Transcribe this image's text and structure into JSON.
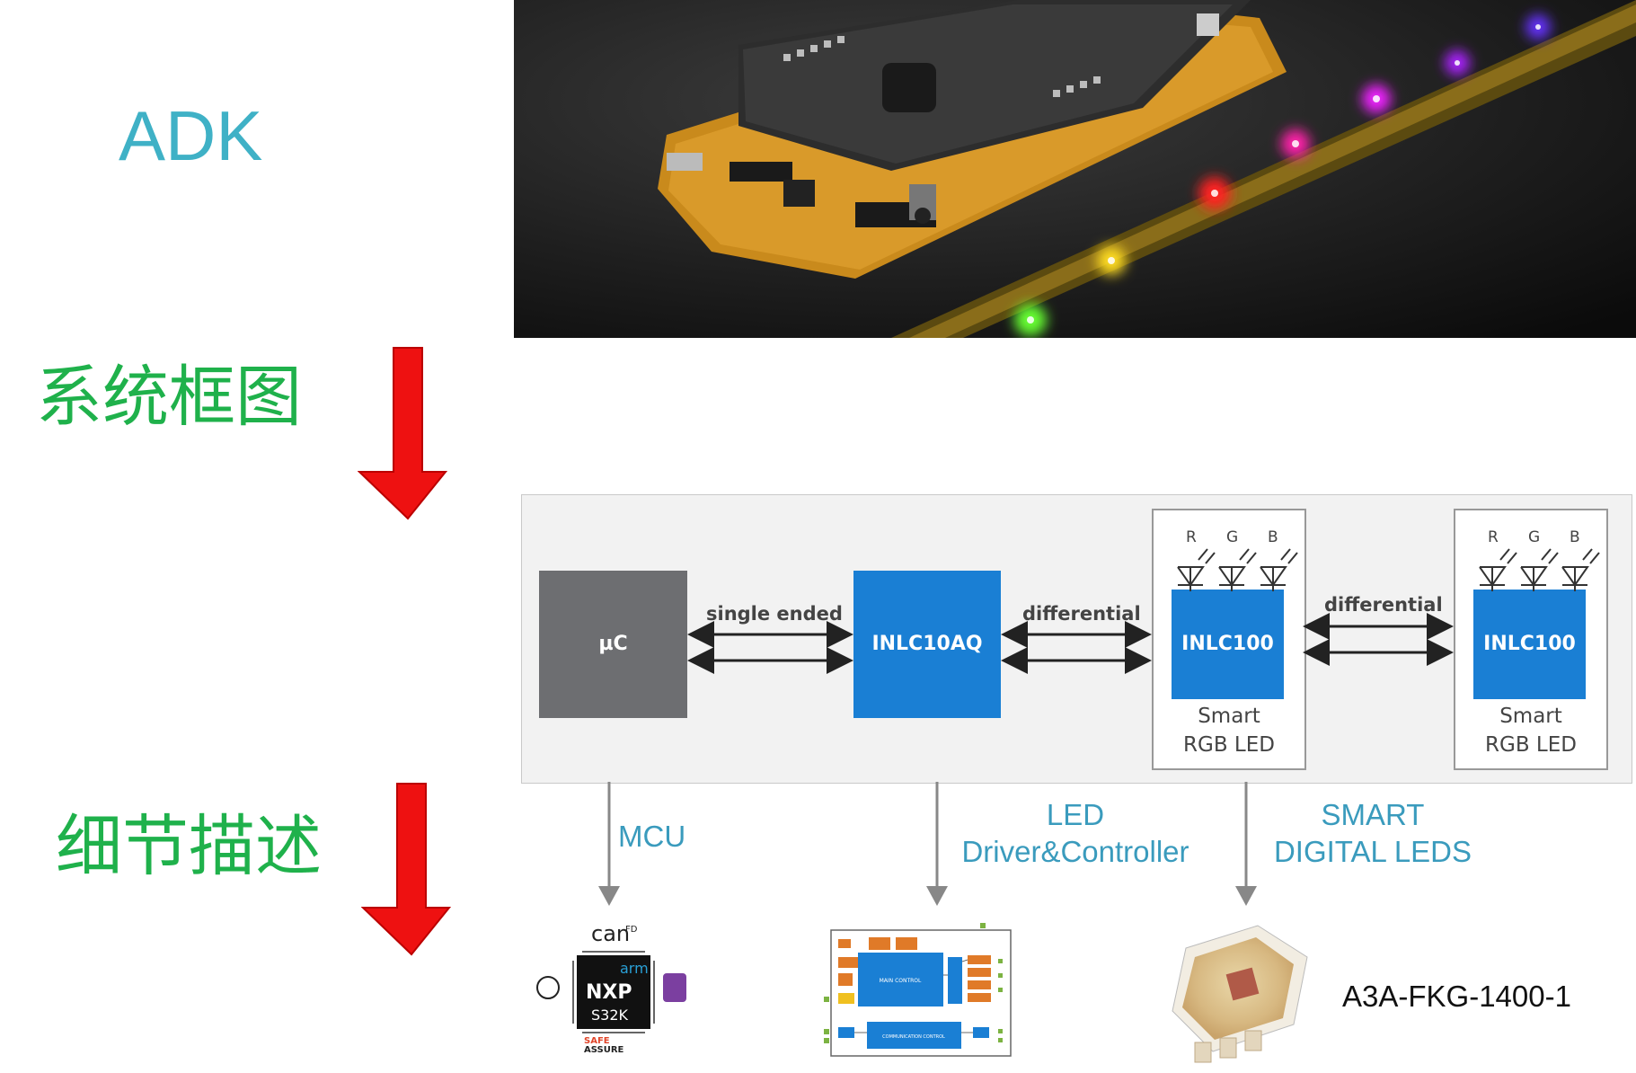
{
  "labels": {
    "adk": "ADK",
    "system_block_diagram": "系统框图",
    "detail_description": "细节描述"
  },
  "block_diagram": {
    "mcu_block": "µC",
    "driver_block": "INLC10AQ",
    "led_block_1": "INLC100",
    "led_block_2": "INLC100",
    "signal_1": "single ended",
    "signal_2": "differential",
    "signal_3": "differential",
    "led_caption_1": [
      "Smart",
      "RGB LED"
    ],
    "led_caption_2": [
      "Smart",
      "RGB LED"
    ],
    "rgb": [
      "R",
      "G",
      "B"
    ]
  },
  "details": {
    "mcu": "MCU",
    "led_driver": [
      "LED",
      "Driver&Controller"
    ],
    "smart_leds": [
      "SMART",
      "DIGITAL LEDS"
    ],
    "led_part_number": "A3A-FKG-1400-1",
    "mcu_chip": {
      "brand": "NXP",
      "model": "S32K",
      "arm": "arm",
      "can": "can",
      "fd": "FD",
      "safe": "SAFE",
      "assure": "ASSURE"
    },
    "driver_chip": {
      "main_control": "MAIN CONTROL",
      "comm_control": "COMMUNICATION CONTROL"
    }
  },
  "colors": {
    "adk": "#3fb1c6",
    "chinese_labels": "#1fb14b",
    "arrows": "#ee1111",
    "blocks": "#1a7fd4",
    "mcu_block": "#6d6e71",
    "captions": "#3a9bbd"
  }
}
